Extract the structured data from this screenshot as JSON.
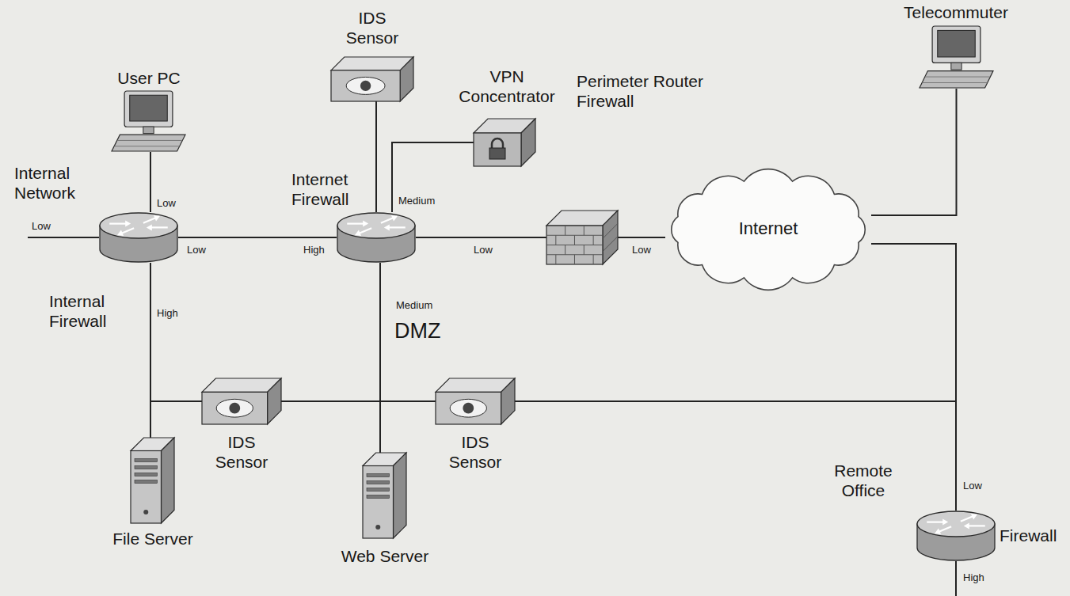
{
  "diagram": {
    "nodes": [
      {
        "text": [
          "User PC"
        ]
      },
      {
        "text": [
          "IDS Sensor"
        ]
      },
      {
        "text": [
          "VPN Concentrator"
        ]
      },
      {
        "text": [
          "Telecommuter"
        ]
      },
      {
        "text": [
          "Internal Firewall"
        ]
      },
      {
        "text": [
          "Internet Firewall"
        ]
      },
      {
        "text": [
          "Perimeter Router Firewall"
        ]
      },
      {
        "text": [
          "Internet"
        ]
      },
      {
        "text": [
          "IDS Sensor"
        ]
      },
      {
        "text": [
          "IDS Sensor"
        ]
      },
      {
        "text": [
          "File Server"
        ]
      },
      {
        "text": [
          "Web Server"
        ]
      },
      {
        "text": [
          "Remote Office",
          "Firewall"
        ]
      }
    ],
    "edges": [
      {
        "from": 4,
        "to": 0,
        "arrow": "none"
      },
      {
        "from": 4,
        "to": 5,
        "arrow": "none"
      },
      {
        "from": 5,
        "to": 6,
        "arrow": "none"
      },
      {
        "from": 6,
        "to": 7,
        "arrow": "none"
      },
      {
        "from": 5,
        "to": 1,
        "arrow": "none"
      },
      {
        "from": 5,
        "to": 2,
        "arrow": "none"
      },
      {
        "from": 7,
        "to": 3,
        "arrow": "none"
      },
      {
        "from": 7,
        "to": 12,
        "arrow": "none"
      },
      {
        "from": 4,
        "to": 10,
        "arrow": "none"
      },
      {
        "from": 8,
        "to": 4,
        "arrow": "none"
      },
      {
        "from": 5,
        "to": 11,
        "arrow": "none"
      },
      {
        "from": 8,
        "to": 11,
        "arrow": "none"
      },
      {
        "from": 9,
        "to": 11,
        "arrow": "none"
      },
      {
        "from": 9,
        "to": 12,
        "arrow": "none"
      }
    ],
    "labels": [
      "Internal Network",
      "Low",
      "Low",
      "Low",
      "High",
      "High",
      "Medium",
      "Low",
      "Low",
      "Medium",
      "DMZ",
      "Low",
      "High"
    ]
  }
}
